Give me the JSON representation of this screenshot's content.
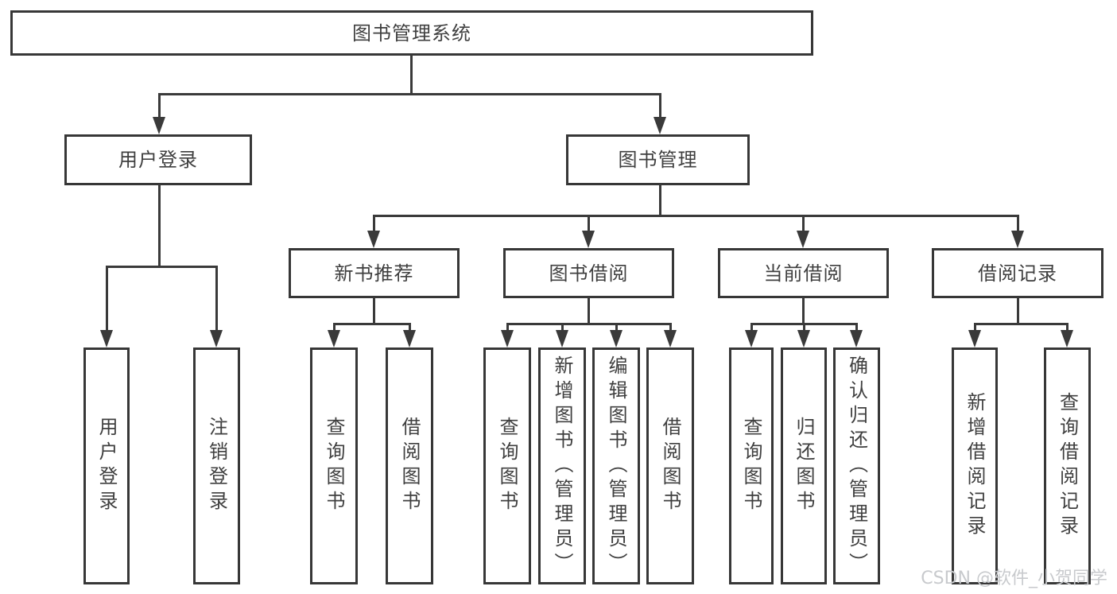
{
  "diagram": {
    "root": {
      "label": "图书管理系统"
    },
    "level2": [
      {
        "label": "用户登录"
      },
      {
        "label": "图书管理"
      }
    ],
    "level3": [
      {
        "label": "新书推荐",
        "parent": "图书管理"
      },
      {
        "label": "图书借阅",
        "parent": "图书管理"
      },
      {
        "label": "当前借阅",
        "parent": "图书管理"
      },
      {
        "label": "借阅记录",
        "parent": "图书管理"
      }
    ],
    "leaves": [
      {
        "label": "用户登录",
        "parent": "用户登录"
      },
      {
        "label": "注销登录",
        "parent": "用户登录"
      },
      {
        "label": "查询图书",
        "parent": "新书推荐"
      },
      {
        "label": "借阅图书",
        "parent": "新书推荐"
      },
      {
        "label": "查询图书",
        "parent": "图书借阅"
      },
      {
        "label": "新增图书（管理员）",
        "parent": "图书借阅"
      },
      {
        "label": "编辑图书（管理员）",
        "parent": "图书借阅"
      },
      {
        "label": "借阅图书",
        "parent": "图书借阅"
      },
      {
        "label": "查询图书",
        "parent": "当前借阅"
      },
      {
        "label": "归还图书",
        "parent": "当前借阅"
      },
      {
        "label": "确认归还（管理员）",
        "parent": "当前借阅"
      },
      {
        "label": "新增借阅记录",
        "parent": "借阅记录"
      },
      {
        "label": "查询借阅记录",
        "parent": "借阅记录"
      }
    ]
  },
  "watermark": "CSDN @软件_小贺同学",
  "colors": {
    "line": "#3a3a3a",
    "border": "#373737",
    "text": "#3f3f3f",
    "background": "#ffffff",
    "watermark": "#c8cacd"
  }
}
